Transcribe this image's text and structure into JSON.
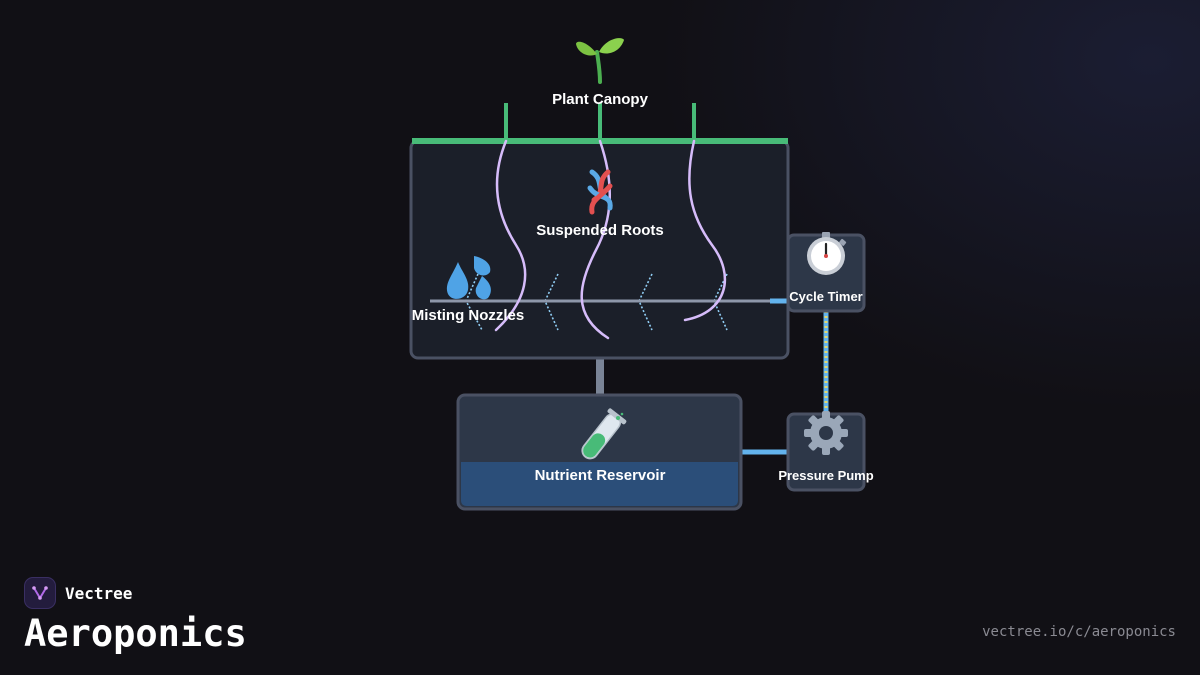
{
  "diagram": {
    "nodes": {
      "canopy": {
        "label": "Plant Canopy",
        "icon": "seedling-icon"
      },
      "roots": {
        "label": "Suspended Roots",
        "icon": "knot-icon"
      },
      "nozzles": {
        "label": "Misting Nozzles",
        "icon": "droplets-icon"
      },
      "timer": {
        "label": "Cycle Timer",
        "icon": "stopwatch-icon"
      },
      "reservoir": {
        "label": "Nutrient Reservoir",
        "icon": "test-tube-icon"
      },
      "pump": {
        "label": "Pressure Pump",
        "icon": "gear-icon"
      }
    },
    "colors": {
      "canopy_green": "#48bb78",
      "root_purple": "#d6bcfa",
      "water_blue": "#63b3ed",
      "mist_blue": "#90cdf4",
      "panel": "#1b1f29",
      "panel_border": "#4a5163"
    }
  },
  "footer": {
    "brand_name": "Vectree",
    "title": "Aeroponics",
    "url": "vectree.io/c/aeroponics"
  }
}
